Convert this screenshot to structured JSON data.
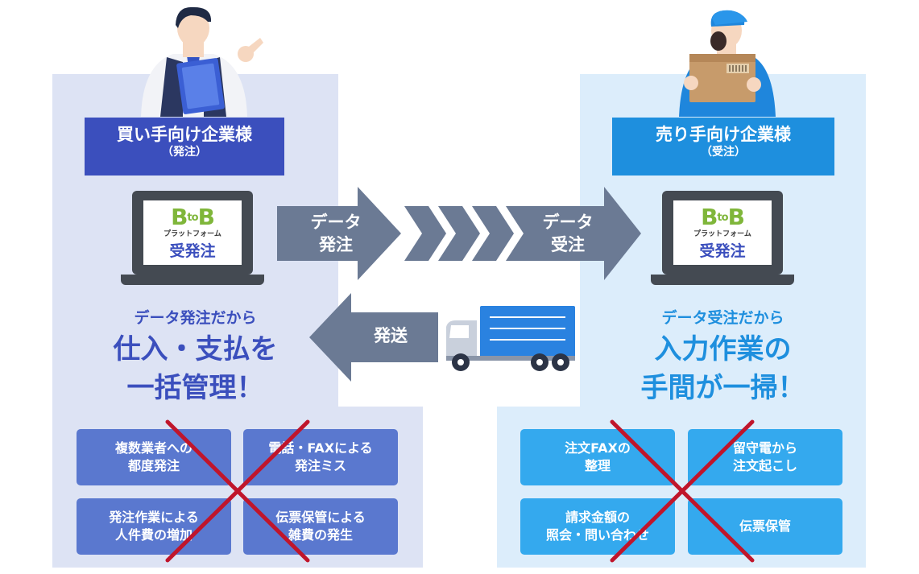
{
  "buyer": {
    "title": "買い手向け企業様",
    "subtitle": "（発注）",
    "logo": {
      "b1": "B",
      "to": "to",
      "b2": "B",
      "sub": "プラットフォーム",
      "label": "受発注"
    },
    "message_small": "データ発注だから",
    "message_line1": "仕入・支払を",
    "message_line2": "一括管理！",
    "issues": [
      {
        "line1": "複数業者への",
        "line2": "都度発注"
      },
      {
        "line1": "電話・FAXによる",
        "line2": "発注ミス"
      },
      {
        "line1": "発注作業による",
        "line2": "人件費の増加"
      },
      {
        "line1": "伝票保管による",
        "line2": "雑費の発生"
      }
    ]
  },
  "seller": {
    "title": "売り手向け企業様",
    "subtitle": "（受注）",
    "logo": {
      "b1": "B",
      "to": "to",
      "b2": "B",
      "sub": "プラットフォーム",
      "label": "受発注"
    },
    "message_small": "データ受注だから",
    "message_line1": "入力作業の",
    "message_line2": "手間が一掃！",
    "issues": [
      {
        "line1": "注文FAXの",
        "line2": "整理"
      },
      {
        "line1": "留守電から",
        "line2": "注文起こし"
      },
      {
        "line1": "請求金額の",
        "line2": "照会・問い合わせ"
      },
      {
        "line1": "伝票保管",
        "line2": ""
      }
    ]
  },
  "flow": {
    "order_label_1": "データ",
    "order_label_2": "発注",
    "receive_label_1": "データ",
    "receive_label_2": "受注",
    "ship_label": "発送"
  },
  "colors": {
    "buyer_dark": "#3b4fbd",
    "buyer_issue": "#5a78cf",
    "seller_dark": "#1e8fde",
    "seller_issue": "#34a9ee",
    "arrow": "#6b7a94",
    "cross": "#c0152b"
  }
}
